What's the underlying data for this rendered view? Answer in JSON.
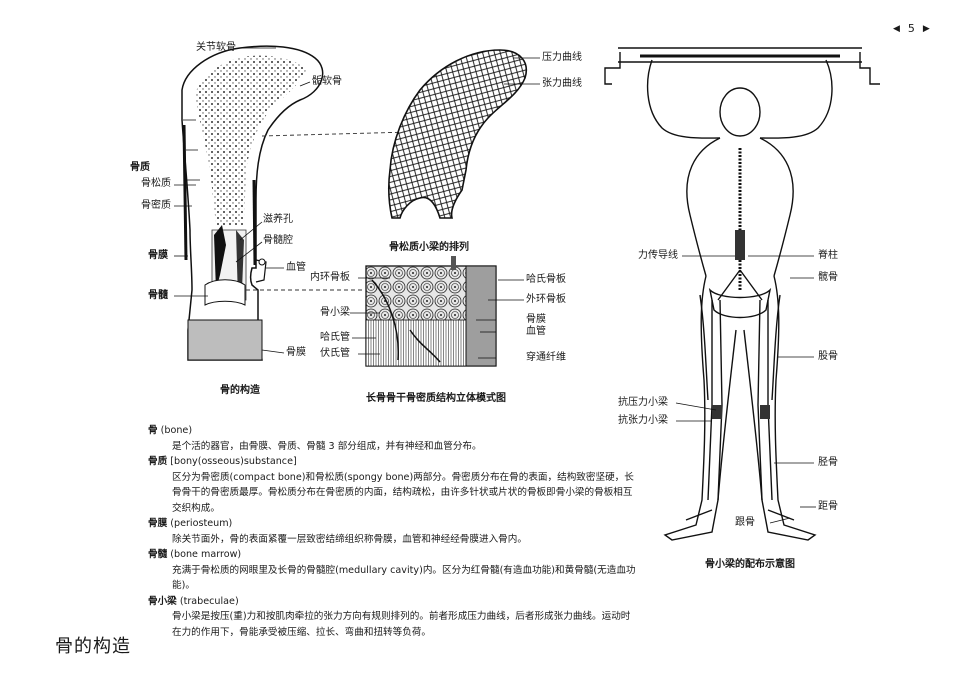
{
  "page": {
    "number": "5",
    "prev_arrow": "◀",
    "next_arrow": "▶",
    "footer_title": "骨的构造"
  },
  "bone": {
    "caption": "骨的构造",
    "labels": {
      "articular_cartilage": "关节软骨",
      "epiphyseal_cartilage": "骺软骨",
      "bone_substance": "骨质",
      "spongy": "骨松质",
      "compact": "骨密质",
      "nutrient_foramen": "滋养孔",
      "marrow_cavity": "骨髓腔",
      "periosteum": "骨膜",
      "blood_vessel": "血管",
      "marrow": "骨髓",
      "periosteum_bottom": "骨膜"
    }
  },
  "trabeculae": {
    "caption": "骨松质小梁的排列",
    "labels": {
      "compression": "压力曲线",
      "tension": "张力曲线"
    }
  },
  "compact_model": {
    "caption": "长骨骨干骨密质结构立体模式图",
    "labels": {
      "inner_lamella": "内环骨板",
      "haversian_lamella": "哈氏骨板",
      "outer_lamella": "外环骨板",
      "trabecula": "骨小梁",
      "periosteum": "骨膜",
      "blood_vessel": "血管",
      "haversian_canal": "哈氏管",
      "volkmann_canal": "伏氏管",
      "perforating_fibers": "穿通纤维"
    }
  },
  "body_figure": {
    "caption": "骨小梁的配布示意图",
    "labels": {
      "force_line": "力传导线",
      "spine": "脊柱",
      "hip": "髋骨",
      "femur": "股骨",
      "anti_compression": "抗压力小梁",
      "anti_tension": "抗张力小梁",
      "tibia": "胫骨",
      "talus": "距骨",
      "calcaneus": "跟骨"
    }
  },
  "definitions": [
    {
      "term": "骨",
      "english": " (bone)",
      "text": "是个活的器官，由骨膜、骨质、骨髓 3 部分组成，并有神经和血管分布。"
    },
    {
      "term": "骨质",
      "english": " [bony(osseous)substance]",
      "text": "区分为骨密质(compact bone)和骨松质(spongy bone)两部分。骨密质分布在骨的表面，结构致密坚硬，长骨骨干的骨密质最厚。骨松质分布在骨密质的内面，结构疏松，由许多针状或片状的骨板即骨小梁的骨板相互交织构成。"
    },
    {
      "term": "骨膜",
      "english": " (periosteum)",
      "text": "除关节面外，骨的表面紧覆一层致密结缔组织称骨膜，血管和神经经骨膜进入骨内。"
    },
    {
      "term": "骨髓",
      "english": " (bone marrow)",
      "text": "充满于骨松质的网眼里及长骨的骨髓腔(medullary cavity)内。区分为红骨髓(有造血功能)和黄骨髓(无造血功能)。"
    },
    {
      "term": "骨小梁",
      "english": " (trabeculae)",
      "text": "骨小梁是按压(重)力和按肌肉牵拉的张力方向有规则排列的。前者形成压力曲线，后者形成张力曲线。运动时在力的作用下，骨能承受被压缩、拉长、弯曲和扭转等负荷。"
    }
  ]
}
